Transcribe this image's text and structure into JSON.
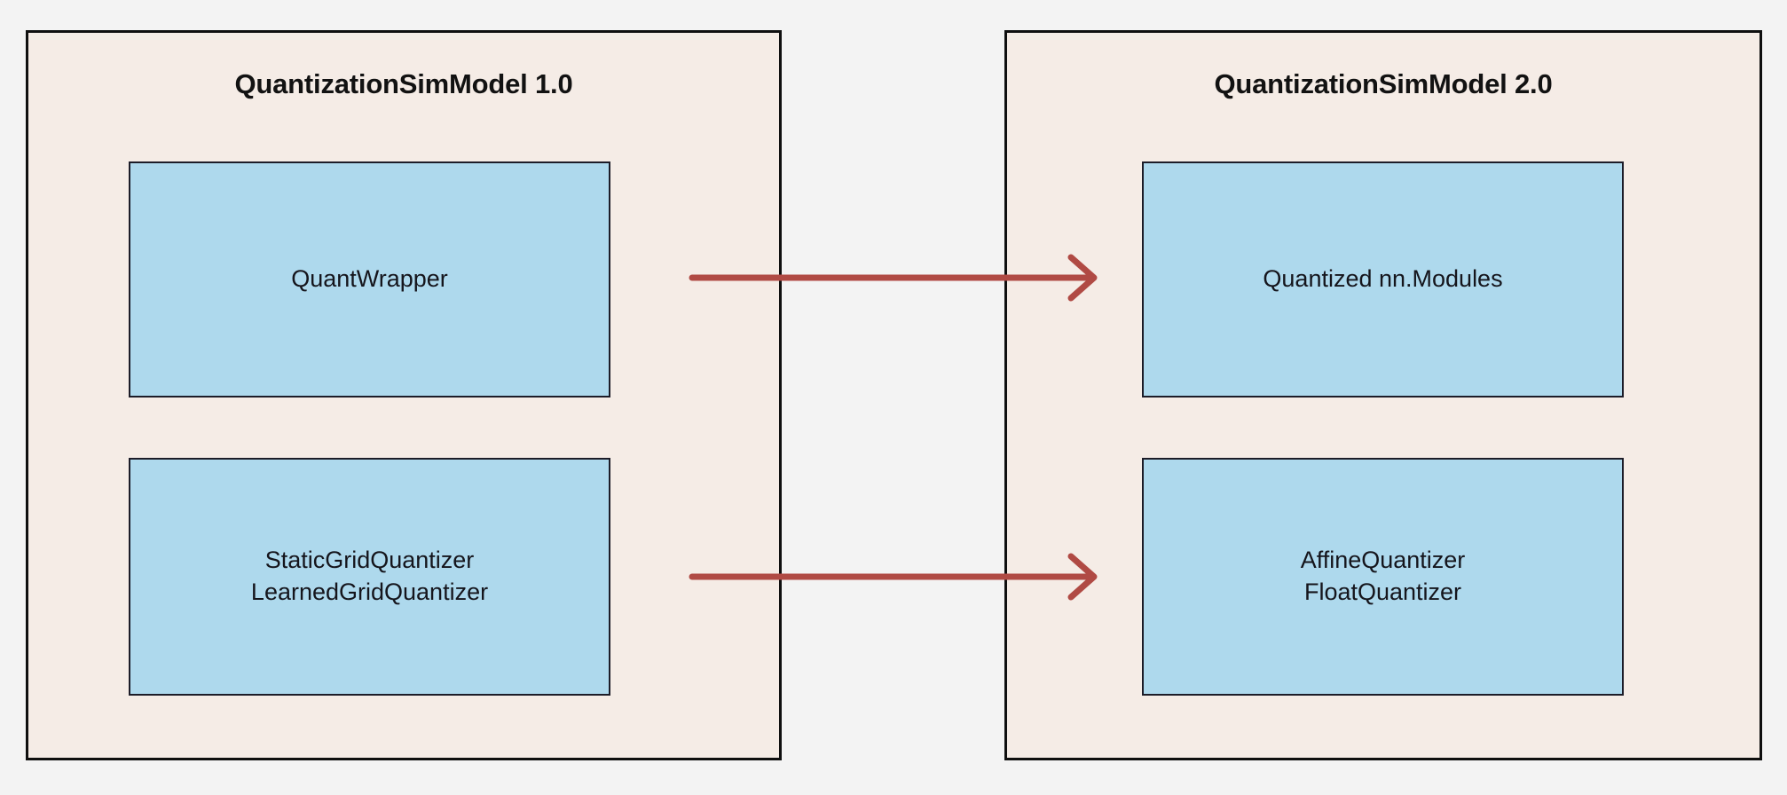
{
  "diagram": {
    "background_color": "#f3f3f3",
    "panel_fill": "#f5ece6",
    "panel_border_color": "#0f0f0f",
    "node_fill": "#aed9ed",
    "node_border_color": "#1c1c28",
    "arrow_color": "#b04a44",
    "panels": [
      {
        "id": "quantsim-1",
        "title": "QuantizationSimModel 1.0",
        "nodes": [
          {
            "id": "quantwrapper",
            "label": "QuantWrapper"
          },
          {
            "id": "grid-quantizers",
            "label": "StaticGridQuantizer\nLearnedGridQuantizer"
          }
        ]
      },
      {
        "id": "quantsim-2",
        "title": "QuantizationSimModel 2.0",
        "nodes": [
          {
            "id": "quantized-modules",
            "label": "Quantized nn.Modules"
          },
          {
            "id": "new-quantizers",
            "label": "AffineQuantizer\nFloatQuantizer"
          }
        ]
      }
    ],
    "arrows": [
      {
        "id": "wrapper-to-modules",
        "from": "quantwrapper",
        "to": "quantized-modules",
        "direction": "right",
        "label": ""
      },
      {
        "id": "quantizers-to-new",
        "from": "grid-quantizers",
        "to": "new-quantizers",
        "direction": "right",
        "label": ""
      }
    ]
  }
}
